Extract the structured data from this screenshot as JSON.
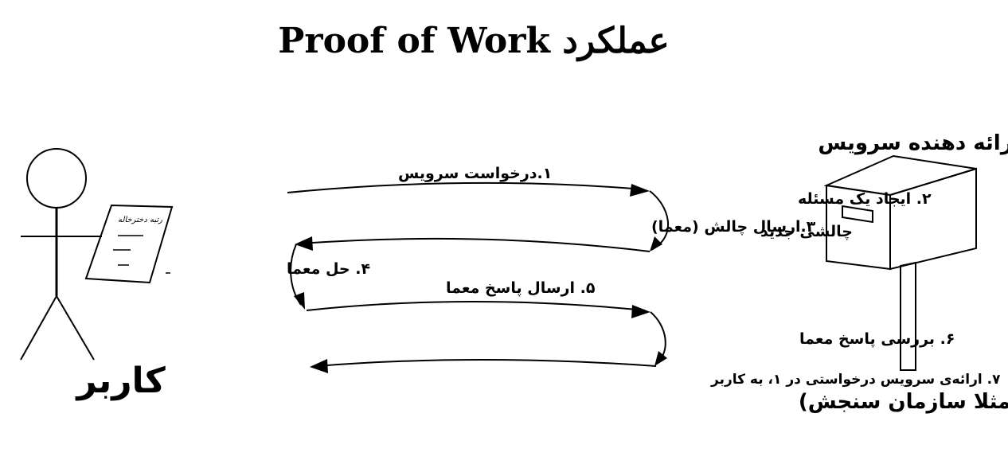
{
  "title": "عملکرد Proof of Work",
  "actors": {
    "user": "کاربر",
    "user_form_text": "رتبه دخترخاله",
    "provider": "ارائه دهنده سرویس",
    "provider_example": "(مثلا سازمان سنجش)"
  },
  "steps": [
    {
      "label": "۱.درخواست سرویس"
    },
    {
      "label": "۲. ایجاد یک مسئله"
    },
    {
      "label": "چالشی جدید"
    },
    {
      "label": "۳.ارسال چالش (معما)"
    },
    {
      "label": "۴. حل معما"
    },
    {
      "label": "۵. ارسال پاسخ معما"
    },
    {
      "label": "۶. بررسی پاسخ معما"
    },
    {
      "label": "۷. ارائه‌ی سرویس درخواستی در ۱، به کاربر"
    }
  ]
}
